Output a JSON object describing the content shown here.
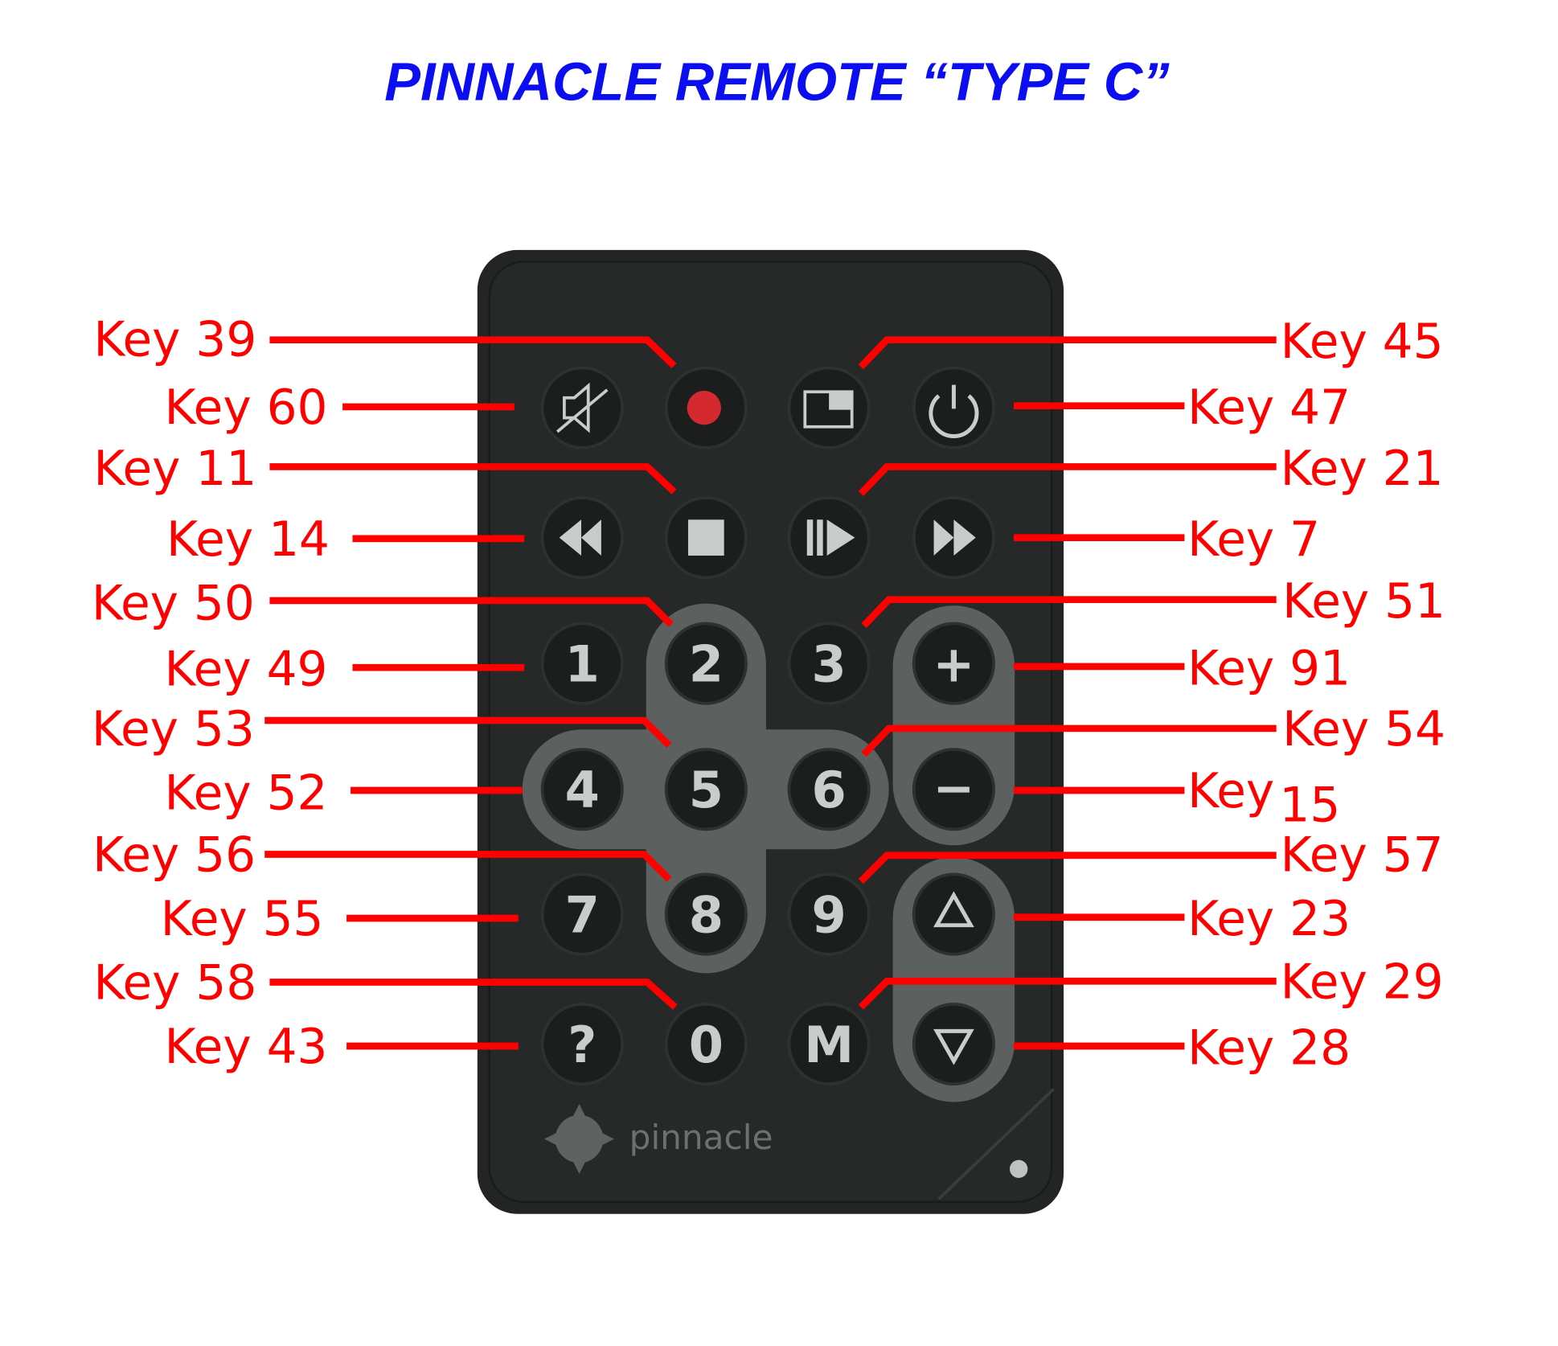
{
  "title": "PINNACLE REMOTE “TYPE C”",
  "brand": "pinnacle",
  "buttons": {
    "b1": "1",
    "b2": "2",
    "b3": "3",
    "b4": "4",
    "b5": "5",
    "b6": "6",
    "b7": "7",
    "b8": "8",
    "b9": "9",
    "b0": "0",
    "help": "?",
    "menu": "M",
    "vol_up": "+",
    "vol_down": "−"
  },
  "labels_left": [
    "Key 39",
    "Key 60",
    "Key 11",
    "Key 14",
    "Key 50",
    "Key 49",
    "Key 53",
    "Key 52",
    "Key 56",
    "Key 55",
    "Key 58",
    "Key 43"
  ],
  "labels_right": [
    "Key 45",
    "Key 47",
    "Key 21",
    "Key 7",
    "Key 51",
    "Key 91",
    "Key 54",
    "Key",
    "Key 57",
    "Key 23",
    "Key 29",
    "Key 28"
  ],
  "label_15_number": "15",
  "colors": {
    "title": "#0a0ef0",
    "callout": "#ff0000",
    "remote": "#232524"
  }
}
